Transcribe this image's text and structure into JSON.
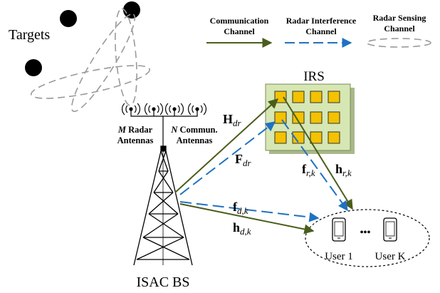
{
  "labels": {
    "targets": "Targets",
    "irs": "IRS",
    "isac_bs": "ISAC BS",
    "radar_antennas_m": "M",
    "radar_antennas_l1": "Radar",
    "radar_antennas_l2": "Antennas",
    "commun_antennas_n": "N",
    "commun_antennas_l1": "Commun.",
    "commun_antennas_l2": "Antennas",
    "user1": "User 1",
    "userk": "User K",
    "dots": "•••"
  },
  "legend": {
    "comm_l1": "Communication",
    "comm_l2": "Channel",
    "radar_int_l1": "Radar Interference",
    "radar_int_l2": "Channel",
    "radar_sense_l1": "Radar Sensing",
    "radar_sense_l2": "Channel"
  },
  "channels": {
    "H_main": "H",
    "H_sub": "dr",
    "F_main": "F",
    "F_sub": "dr",
    "fr_main": "f",
    "fr_sub": "r,k",
    "hr_main": "h",
    "hr_sub": "r,k",
    "fd_main": "f",
    "fd_sub": "d,k",
    "hd_main": "h",
    "hd_sub": "d,k"
  },
  "colors": {
    "communication": "#4a5e1c",
    "radar_interference": "#1f72c1",
    "radar_sensing": "#9a9a9a",
    "irs_panel": "#d6e7b3",
    "irs_element": "#f3c200"
  }
}
